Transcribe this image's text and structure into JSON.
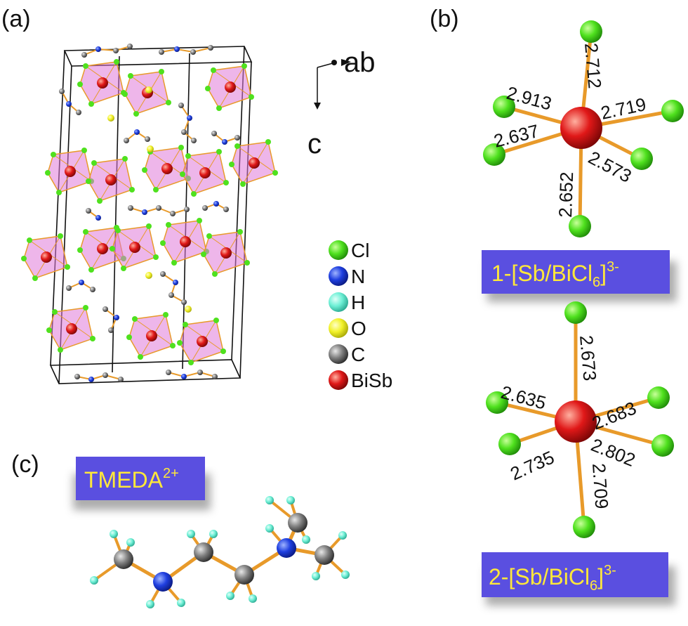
{
  "panels": {
    "a": {
      "label": "(a)"
    },
    "b": {
      "label": "(b)"
    },
    "c": {
      "label": "(c)"
    }
  },
  "axes": {
    "ab": "ab",
    "c": "c"
  },
  "legend": {
    "items": [
      {
        "label": "Cl",
        "color": "#4fe11e"
      },
      {
        "label": "N",
        "color": "#1f3fe0"
      },
      {
        "label": "H",
        "color": "#6ff0d6"
      },
      {
        "label": "O",
        "color": "#f2f22a"
      },
      {
        "label": "C",
        "color": "#808080"
      },
      {
        "label": "BiSb",
        "color": "#e01818"
      }
    ]
  },
  "octahedron1": {
    "title_prefix": "1-[Sb/BiCl",
    "title_sub": "6",
    "title_end": "]",
    "title_sup": "3-",
    "bonds": [
      "2.712",
      "2.913",
      "2.719",
      "2.637",
      "2.573",
      "2.652"
    ]
  },
  "octahedron2": {
    "title_prefix": "2-[Sb/BiCl",
    "title_sub": "6",
    "title_end": "]",
    "title_sup": "3-",
    "bonds": [
      "2.673",
      "2.635",
      "2.683",
      "2.735",
      "2.802",
      "2.709"
    ]
  },
  "tmeda": {
    "title": "TMEDA",
    "charge": "2+"
  },
  "colors": {
    "label_box": "#5a4fe0",
    "label_text": "#ffe83a",
    "bond": "#e89a2a",
    "cell": "#111111",
    "polyhedron": "#e07ad8"
  }
}
